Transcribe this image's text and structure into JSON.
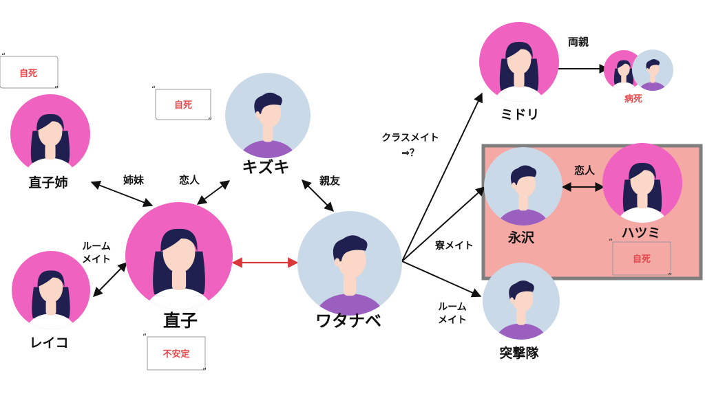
{
  "colors": {
    "female_bg": "#F062C0",
    "male_bg": "#C9D9E8",
    "hair": "#1F2050",
    "skin": "#FAD7C6",
    "shirt_female": "#FFFFFF",
    "shirt_male": "#9B5FC0",
    "red_text": "#E8474B",
    "red_line": "#D9383A",
    "panel_fill": "#F5A9A5",
    "panel_border": "#7F7F7F"
  },
  "icons": {
    "female": "female-avatar-icon",
    "male": "male-avatar-icon",
    "arrow": "double-arrow-icon"
  },
  "people": {
    "naoko_sister": "直子姉",
    "reiko": "レイコ",
    "naoko": "直子",
    "kizuki": "キズキ",
    "watanabe": "ワタナベ",
    "midori": "ミドリ",
    "nagasawa": "永沢",
    "hatsumi": "ハツミ",
    "totsugekitai": "突撃隊"
  },
  "relations": {
    "sisters": "姉妹",
    "lovers_naoko": "恋人",
    "best_friend": "親友",
    "roommate_reiko_1": "ルーム",
    "roommate_reiko_2": "メイト",
    "classmate_1": "クラスメイト",
    "classmate_2": "⇒？",
    "parents": "両親",
    "lovers_nagasawa": "恋人",
    "dorm_mate": "寮メイト",
    "roommate_tk_1": "ルーム",
    "roommate_tk_2": "メイト"
  },
  "tags": {
    "sister_suicide": "自死",
    "kizuki_suicide": "自死",
    "naoko_unstable": "不安定",
    "hatsumi_suicide": "自死",
    "parents_illness": "病死"
  }
}
